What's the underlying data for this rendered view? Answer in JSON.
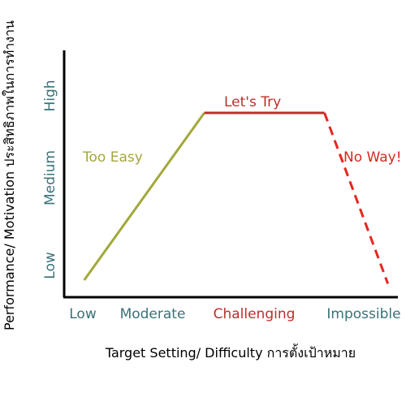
{
  "chart_data": {
    "type": "line",
    "xlabel": "Target Setting/ Difficulty การตั้งเป้าหมาย",
    "ylabel": "Performance/ Motivation ประสิทธิภาพในการทำงาน",
    "x_categories": [
      "Low",
      "Moderate",
      "Challenging",
      "Impossible"
    ],
    "y_categories": [
      "Low",
      "Medium",
      "High"
    ],
    "segments": [
      {
        "label": "Too Easy",
        "style": "solid",
        "color": "#a3a83a",
        "points": [
          {
            "x": 0.06,
            "y": 0.0
          },
          {
            "x": 0.42,
            "y": 0.95
          }
        ]
      },
      {
        "label": "Let's Try",
        "style": "solid",
        "color": "#b8302b",
        "points": [
          {
            "x": 0.42,
            "y": 0.95
          },
          {
            "x": 0.78,
            "y": 0.95
          }
        ]
      },
      {
        "label": "No Way!",
        "style": "dashed",
        "color": "#e8251f",
        "points": [
          {
            "x": 0.78,
            "y": 0.95
          },
          {
            "x": 0.97,
            "y": -0.02
          }
        ]
      }
    ],
    "colors": {
      "axis": "#000000",
      "y_tick": "#3a7178",
      "x_tick_low": "#3a7178",
      "x_tick_moderate": "#3a7178",
      "x_tick_challenging": "#b8302b",
      "x_tick_impossible": "#3a7178"
    }
  }
}
